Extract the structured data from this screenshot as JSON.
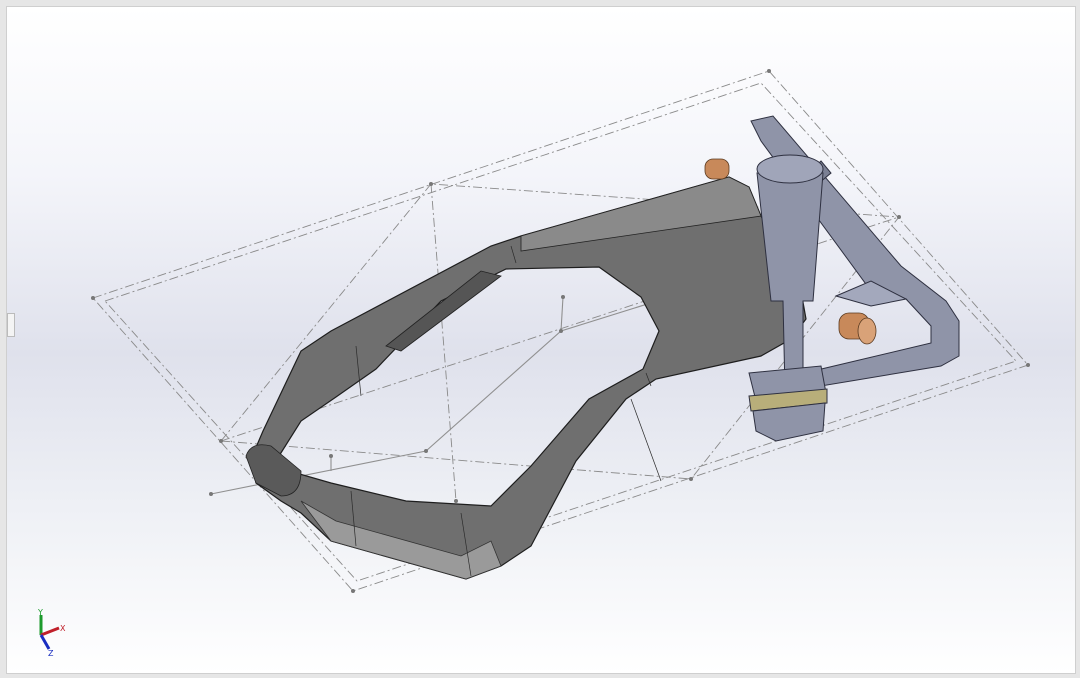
{
  "viewport": {
    "background_top": "#ffffff",
    "background_mid": "#dfe1ec",
    "model_color": "#6e6e6e",
    "fixture_color": "#8f94a8",
    "pin_color": "#c8895a"
  },
  "triad": {
    "x_label": "X",
    "y_label": "Y",
    "z_label": "Z",
    "x_color": "#c0202a",
    "y_color": "#1c9a2c",
    "z_color": "#1a2ec0"
  }
}
